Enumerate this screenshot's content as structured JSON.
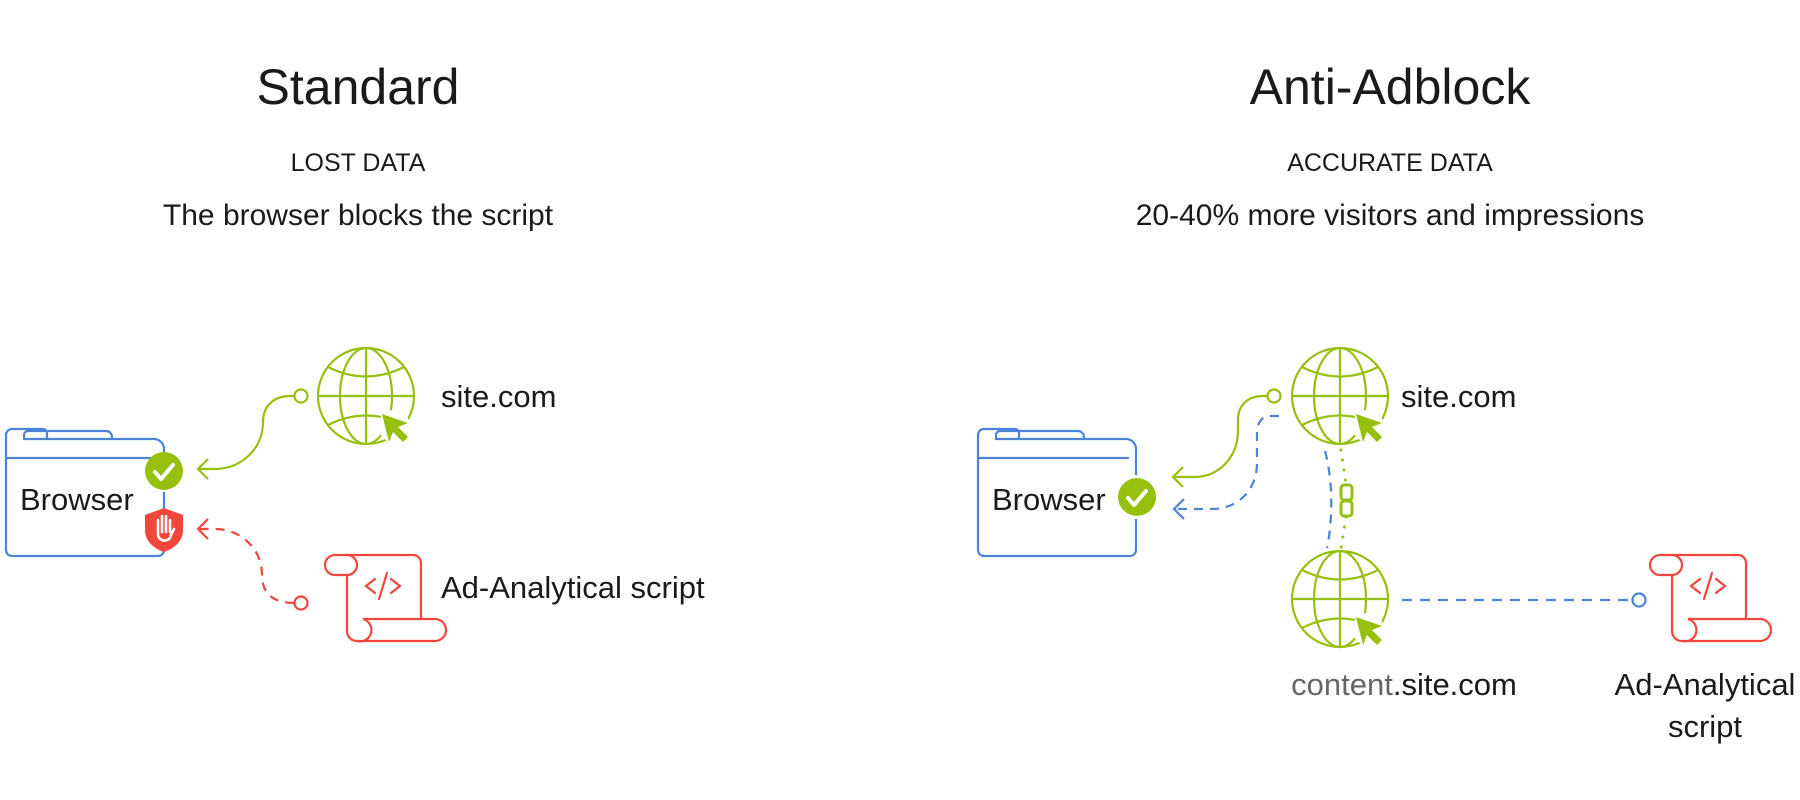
{
  "colors": {
    "green": "#97bf0d",
    "blue": "#4d82d9",
    "red": "#f0463c",
    "text": "#1a1a1a",
    "muted": "#666666"
  },
  "standard": {
    "title": "Standard",
    "subtitle": "LOST DATA",
    "description": "The browser blocks the script",
    "browser_label": "Browser",
    "site_label": "site.com",
    "script_label": "Ad-Analytical script",
    "icons": [
      "folder-icon",
      "check-circle-icon",
      "shield-hand-icon",
      "globe-cursor-icon",
      "script-scroll-icon"
    ]
  },
  "anti_adblock": {
    "title": "Anti-Adblock",
    "subtitle": "ACCURATE DATA",
    "description": "20-40% more visitors and impressions",
    "browser_label": "Browser",
    "site_label": "site.com",
    "content_prefix": "content",
    "content_suffix": ".site.com",
    "script_label_line1": "Ad-Analytical",
    "script_label_line2": "script",
    "icons": [
      "folder-icon",
      "check-circle-icon",
      "globe-cursor-icon",
      "chain-link-icon",
      "script-scroll-icon"
    ]
  }
}
